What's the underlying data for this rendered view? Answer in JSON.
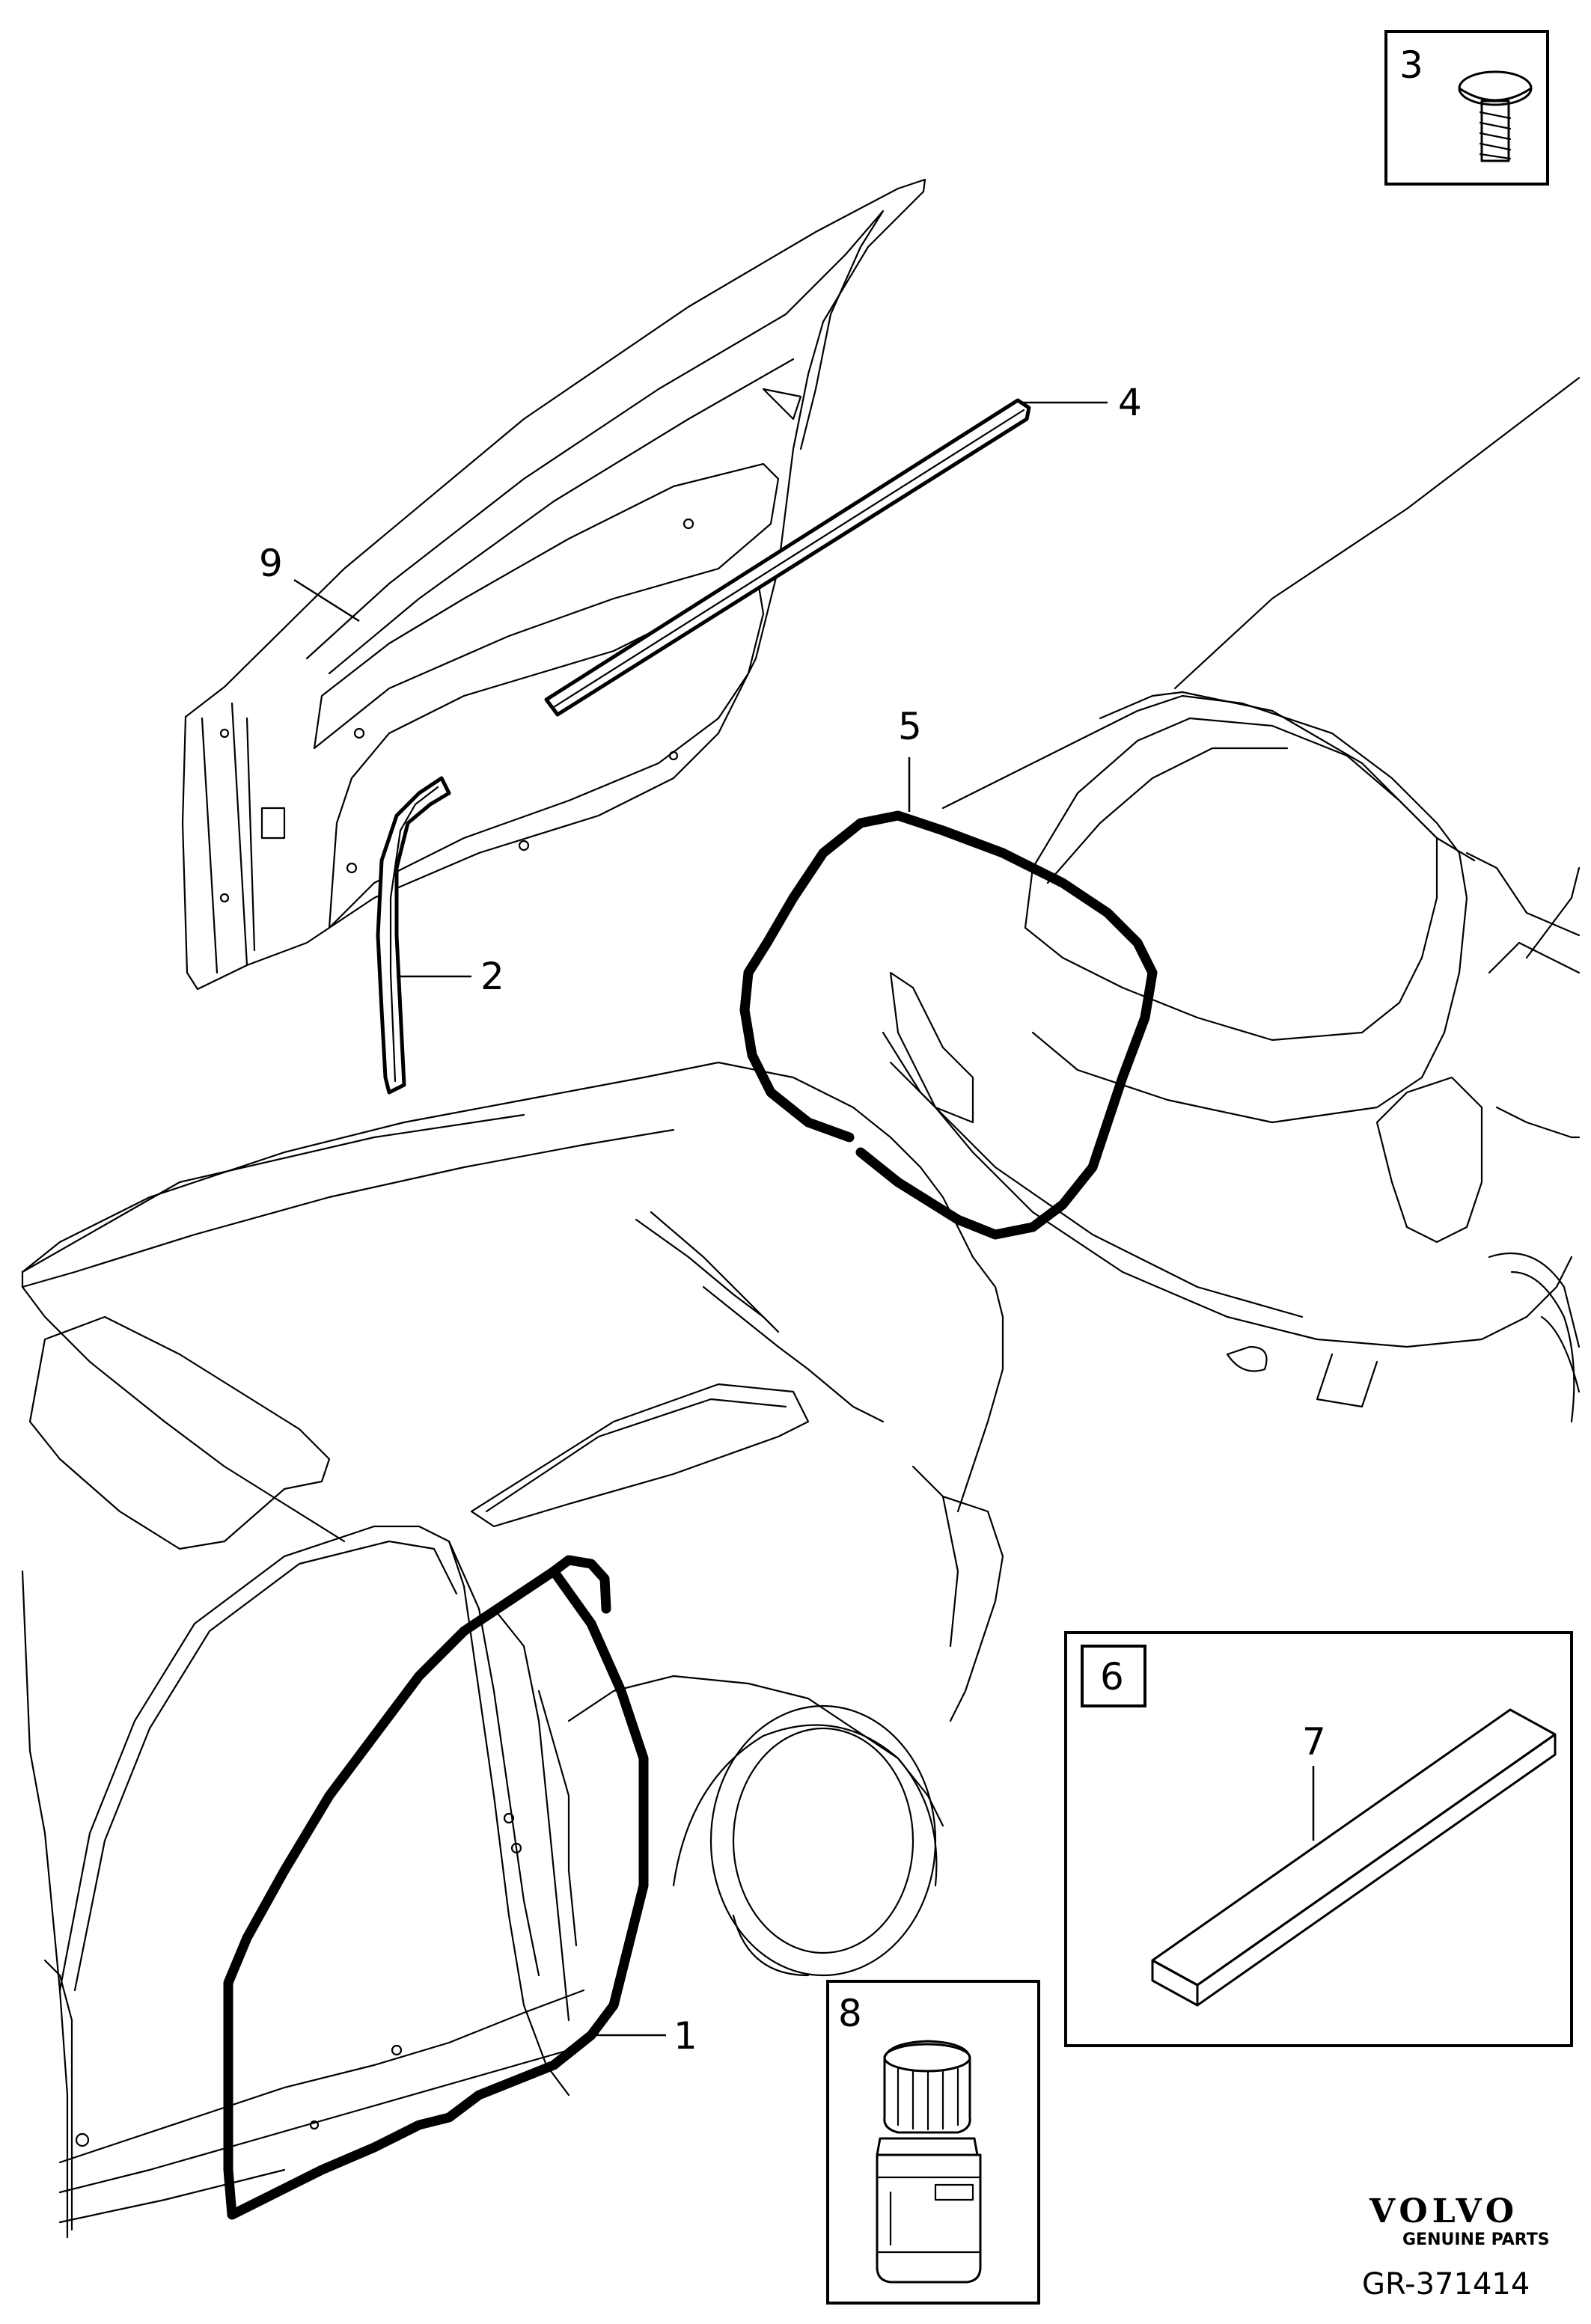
{
  "diagram": {
    "callouts": [
      {
        "id": "1",
        "label": "1"
      },
      {
        "id": "2",
        "label": "2"
      },
      {
        "id": "3",
        "label": "3"
      },
      {
        "id": "4",
        "label": "4"
      },
      {
        "id": "5",
        "label": "5"
      },
      {
        "id": "6",
        "label": "6"
      },
      {
        "id": "7",
        "label": "7"
      },
      {
        "id": "8",
        "label": "8"
      },
      {
        "id": "9",
        "label": "9"
      }
    ],
    "brand": {
      "name": "VOLVO",
      "tagline": "GENUINE PARTS"
    },
    "reference": "GR-371414"
  }
}
